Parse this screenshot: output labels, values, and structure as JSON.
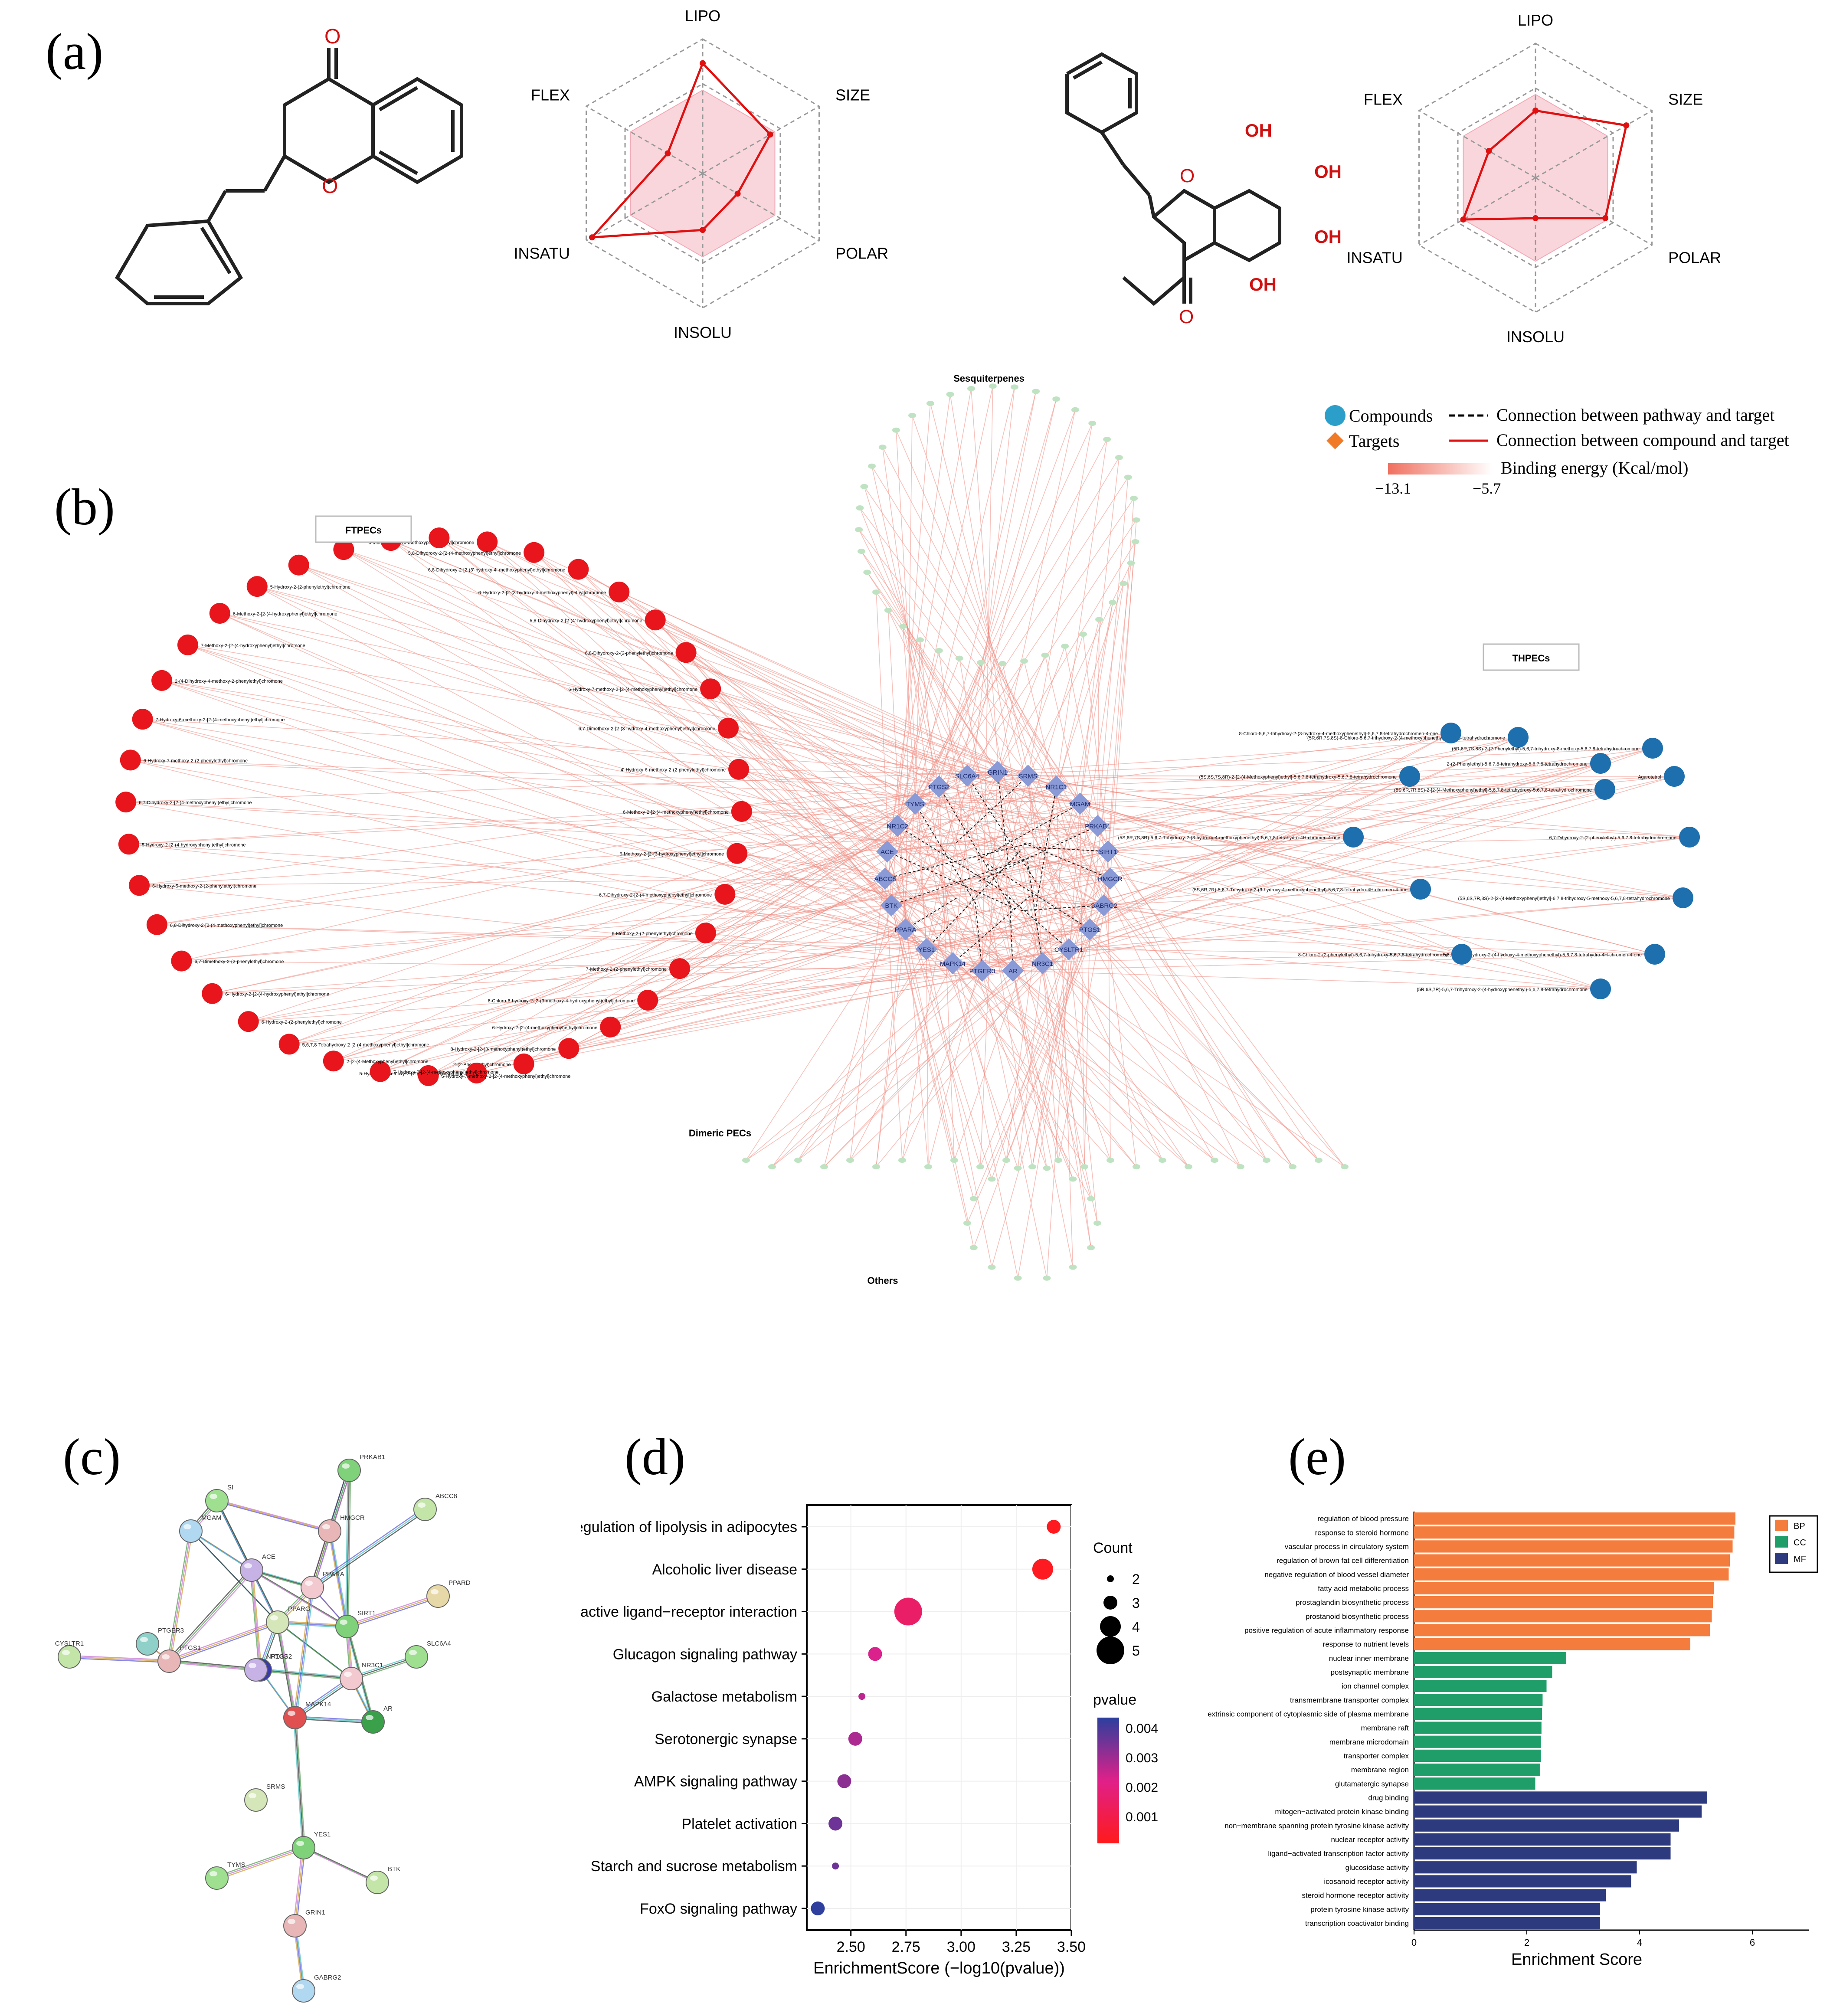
{
  "panel_labels": {
    "a": "(a)",
    "b": "(b)",
    "c": "(c)",
    "d": "(d)",
    "e": "(e)"
  },
  "radar": {
    "axes": [
      "LIPO",
      "SIZE",
      "POLAR",
      "INSOLU",
      "INSATU",
      "FLEX"
    ],
    "compound1_values": [
      0.82,
      0.58,
      0.3,
      0.42,
      0.95,
      0.3
    ],
    "compound2_values": [
      0.5,
      0.78,
      0.6,
      0.3,
      0.62,
      0.4
    ],
    "line_color": "#e01010",
    "fill_color": "#f9d6dc"
  },
  "molecule2_labels": {
    "oh": "OH",
    "o": "O"
  },
  "molecule1_labels": {
    "o": "O"
  },
  "network": {
    "group_labels": {
      "ftpecs": "FTPECs",
      "thpecs": "THPECs",
      "sesq": "Sesquiterpenes",
      "dimeric": "Dimeric PECs",
      "others": "Others"
    },
    "legend": {
      "compounds": "Compounds",
      "targets": "Targets",
      "dashed": "Connection between pathway and target",
      "solid": "Connection between compound and target",
      "energy": "Binding energy (Kcal/mol)",
      "min": "−13.1",
      "max": "−5.7",
      "compound_color": "#2b9fc9",
      "target_color": "#f07a25"
    },
    "targets": [
      "GRIN1",
      "SRMS",
      "NR1C1",
      "MGAM",
      "PRKAB1",
      "SIRT1",
      "HMGCR",
      "GABRG2",
      "PTGS1",
      "CYSLTR1",
      "NR3C1",
      "AR",
      "PTGER3",
      "MAPK14",
      "YES1",
      "PPARA",
      "BTK",
      "ABCC8",
      "ACE",
      "NR1C2",
      "TYMS",
      "PTGS2",
      "SLC6A4"
    ],
    "ftpecs_labels": [
      "6-Methoxy-2-[2-(3-methoxyphenyl)ethyl]chromone",
      "5,8-Dihydroxy-2-[2-(4-methoxyphenyl)ethyl]chromone",
      "6,8-Dihydroxy-2-[2-(3'-hydroxy-4'-methoxyphenyl)ethyl]chromone",
      "6-Hydroxy-2-[2-(3-hydroxy-4-methoxyphenyl)ethyl]chromone",
      "5,8-Dihydroxy-2-[2-(4'-hydroxyphenyl)ethyl]chromone",
      "6,8-Dihydroxy-2-(2-phenylethyl)chromone",
      "6-Hydroxy-7-methoxy-2-[2-(4-methoxyphenyl)ethyl]chromone",
      "6,7-Dimethoxy-2-[2-(3-hydroxy-4-methoxyphenyl)ethyl]chromone",
      "4'-Hydroxy-6-methoxy-2-(2-phenylethyl)chromone",
      "6-Methoxy-2-[2-(4-methoxyphenyl)ethyl]chromone",
      "6-Methoxy-2-[2-(3-hydroxyphenyl)ethyl]chromone",
      "6,7-Dihydroxy-2-[2-(4-methoxyphenyl)ethyl]chromone",
      "6-Methoxy-2-(2-phenylethyl)chromone",
      "7-Methoxy-2-(2-phenylethyl)chromone",
      "6-Chloro-6-hydroxy-2-[2-(3-methoxy-4-hydroxyphenyl)ethyl]chromone",
      "6-Hydroxy-2-[2-(4-methoxyphenyl)ethyl]chromone",
      "8-Hydroxy-2-[2-(3-methoxyphenyl)ethyl]chromone",
      "2-(2-Phenylethyl)chromone",
      "5-Hydroxy-6-methoxy-2-(2-phenylethyl)chromone",
      "5-Hydroxy-7-methoxy-2-[2-(4-methoxyphenyl)ethyl]chromone",
      "7-Hydroxy-2-[2-(4-methoxyphenyl)ethyl]chromone",
      "2-[2-(4-Methoxyphenyl)ethyl]chromone",
      "5,6,7,8-Tetrahydroxy-2-[2-(4-methoxyphenyl)ethyl]chromone",
      "6-Hydroxy-2-(2-phenylethyl)chromone",
      "6-Hydroxy-2-[2-(4-hydroxyphenyl)ethyl]chromone",
      "6,7-Dimethoxy-2-(2-phenylethyl)chromone",
      "6,8-Dihydroxy-2-[2-(4-methoxyphenyl)ethyl]chromone",
      "6-Hydroxy-5-methoxy-2-(2-phenylethyl)chromone",
      "5-Hydroxy-2-[2-(4-hydroxyphenyl)ethyl]chromone",
      "6,7-Dihydroxy-2-[2-(4-methoxyphenyl)ethyl]chromone",
      "6-Hydroxy-7-methoxy-2-(2-phenylethyl)chromone",
      "7-Hydroxy-6-methoxy-2-[2-(4-methoxyphenyl)ethyl]chromone",
      "2-(4-Dihydroxy-4-methoxy-2-phenylethyl)chromone",
      "7-Methoxy-2-[2-(4-hydroxyphenyl)ethyl]chromone",
      "6-Methoxy-2-[2-(4-hydroxyphenyl)ethyl]chromone",
      "5-Hydroxy-2-(2-phenylethyl)chromone"
    ],
    "thpecs_labels": [
      "(5R,6R,7S,8S)-8-Chloro-5,6,7-trihydroxy-2-(4-methoxyphenethyl)-5,6,7,8-tetrahydrochromone",
      "2-(2-Phenylethyl)-5,6,7,8-tetrahydroxy-5,6,7,8-tetrahydrochromone",
      "8-Chloro-5,6,7-trihydroxy-2-(3-hydroxy-4-methoxyphenethyl)-5,6,7,8-tetrahydrochromen-4-one",
      "(5R,6R,7S,8S)-2-(2-Phenylethyl)-5,6,7-trihydroxy-8-methoxy-5,6,7,8-tetrahydrochromone",
      "(5S,6S,7S,8R)-2-[2-(4-Methoxyphenyl)ethyl]-5,6,7,8-tetrahydroxy-5,6,7,8-tetrahydrochromone",
      "Agarotetrol",
      "(5S,6R,7R,8S)-2-[2-(4-Methoxyphenyl)ethyl]-5,6,7,8-tetrahydroxy-5,6,7,8-tetrahydrochromone",
      "6,7-Dihydroxy-2-(2-phenylethyl)-5,6,7,8-tetrahydrochromone",
      "(5S,6R,7S,8R)-5,6,7-Trihydroxy-2-(3-hydroxy-4-methoxyphenethyl)-5,6,7,8-tetrahydro-4H-chromen-4-one",
      "(5S,6R,7R)-5,6,7-Trihydroxy-2-(3-hydroxy-4-methoxyphenethyl)-5,6,7,8-tetrahydro-4H-chromen-4-one",
      "(5S,6S,7R,8S)-2-[2-(4-Methoxyphenyl)ethyl]-6,7,8-trihydroxy-5-methoxy-5,6,7,8-tetrahydrochromone",
      "5,6,7,8-Tetrahydroxy-2-(4-hydroxy-4-methoxyphenethyl)-5,6,7,8-tetrahydro-4H-chromen-4-one",
      "8-Chloro-2-(2-phenylethyl)-5,6,7-trihydroxy-5,6,7,8-tetrahydrochromone",
      "(5R,6S,7R)-5,6,7-Trihydroxy-2-(4-hydroxyphenethyl)-5,6,7,8-tetrahydrochromone"
    ]
  },
  "string_network": {
    "nodes": [
      "PRKAB1",
      "SI",
      "ABCC8",
      "HMGCR",
      "MGAM",
      "ACE",
      "PPARA",
      "PPARD",
      "PTGER3",
      "PPARG",
      "SIRT1",
      "SLC6A4",
      "CYSLTR1",
      "PTGS1",
      "PTGS2",
      "NR1C3",
      "NR3C1",
      "MAPK14",
      "AR",
      "SRMS",
      "YES1",
      "TYMS",
      "BTK",
      "GRIN1",
      "GABRG2"
    ]
  },
  "chart_d": {
    "chart_data": {
      "type": "scatter",
      "title": "",
      "xlabel": "EnrichmentScore (−log10(pvalue))",
      "ylabel": "",
      "xlim": [
        2.3,
        3.5
      ],
      "xticks": [
        "2.50",
        "2.75",
        "3.00",
        "3.25",
        "3.50"
      ],
      "categories": [
        "Regulation of lipolysis in adipocytes",
        "Alcoholic liver disease",
        "Neuroactive ligand−receptor interaction",
        "Glucagon signaling pathway",
        "Galactose metabolism",
        "Serotonergic synapse",
        "AMPK signaling pathway",
        "Platelet activation",
        "Starch and sucrose metabolism",
        "FoxO signaling pathway"
      ],
      "x": [
        3.42,
        3.37,
        2.76,
        2.61,
        2.55,
        2.52,
        2.47,
        2.43,
        2.43,
        2.35
      ],
      "count": [
        3,
        4,
        5,
        3,
        2,
        3,
        3,
        3,
        2,
        3
      ],
      "pvalue": [
        0.00038,
        0.00043,
        0.00174,
        0.00246,
        0.00282,
        0.00302,
        0.00339,
        0.00372,
        0.00372,
        0.00447
      ],
      "size_legend_title": "Count",
      "size_legend": [
        "2",
        "3",
        "4",
        "5"
      ],
      "color_legend_title": "pvalue",
      "color_legend": [
        "0.004",
        "0.003",
        "0.002",
        "0.001"
      ],
      "color_low": "#ff1a1a",
      "color_mid": "#e0208a",
      "color_high": "#2b3f9e"
    }
  },
  "chart_e": {
    "chart_data": {
      "type": "bar",
      "title": "",
      "xlabel": "Enrichment Score",
      "ylabel": "",
      "xlim": [
        0,
        7
      ],
      "xticks": [
        "0",
        "2",
        "4",
        "6"
      ],
      "categories": [
        "regulation of blood pressure",
        "response to steroid hormone",
        "vascular process in circulatory system",
        "regulation of brown fat cell differentiation",
        "negative regulation of blood vessel diameter",
        "fatty acid metabolic process",
        "prostaglandin biosynthetic process",
        "prostanoid biosynthetic process",
        "positive regulation of acute inflammatory response",
        "response to nutrient levels",
        "nuclear inner membrane",
        "postsynaptic membrane",
        "ion channel complex",
        "transmembrane transporter complex",
        "extrinsic component of cytoplasmic side of plasma membrane",
        "membrane raft",
        "membrane microdomain",
        "transporter complex",
        "membrane region",
        "glutamatergic synapse",
        "drug binding",
        "mitogen−activated protein kinase binding",
        "non−membrane spanning protein tyrosine kinase activity",
        "nuclear receptor activity",
        "ligand−activated transcription factor activity",
        "glucosidase activity",
        "icosanoid receptor activity",
        "steroid hormone receptor activity",
        "protein tyrosine kinase activity",
        "transcription coactivator binding"
      ],
      "values": [
        5.7,
        5.68,
        5.65,
        5.6,
        5.58,
        5.32,
        5.3,
        5.28,
        5.25,
        4.9,
        2.7,
        2.45,
        2.35,
        2.28,
        2.27,
        2.26,
        2.25,
        2.25,
        2.23,
        2.15,
        5.2,
        5.1,
        4.7,
        4.55,
        4.55,
        3.95,
        3.85,
        3.4,
        3.3,
        3.3
      ],
      "groups": [
        "BP",
        "BP",
        "BP",
        "BP",
        "BP",
        "BP",
        "BP",
        "BP",
        "BP",
        "BP",
        "CC",
        "CC",
        "CC",
        "CC",
        "CC",
        "CC",
        "CC",
        "CC",
        "CC",
        "CC",
        "MF",
        "MF",
        "MF",
        "MF",
        "MF",
        "MF",
        "MF",
        "MF",
        "MF",
        "MF"
      ],
      "legend": [
        {
          "name": "BP",
          "color": "#f47c3c"
        },
        {
          "name": "CC",
          "color": "#1f9e6a"
        },
        {
          "name": "MF",
          "color": "#2d3a7e"
        }
      ]
    }
  }
}
